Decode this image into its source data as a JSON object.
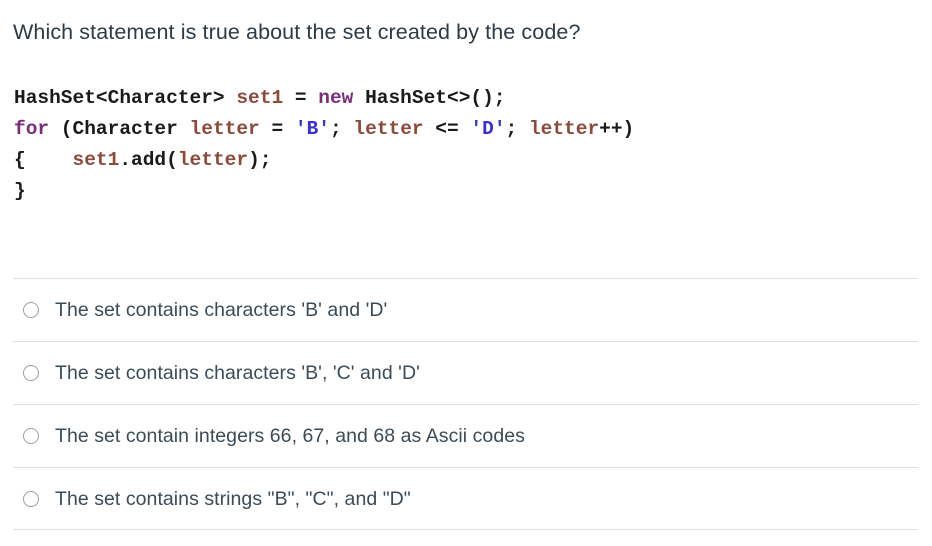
{
  "question": {
    "stem": "Which statement is true about the set created by the code?",
    "code_lines": [
      [
        {
          "text": "HashSet<Character>",
          "type": "plain"
        },
        {
          "text": " ",
          "type": "plain"
        },
        {
          "text": "set1",
          "type": "var"
        },
        {
          "text": " = ",
          "type": "plain"
        },
        {
          "text": "new",
          "type": "keyword"
        },
        {
          "text": " HashSet<>();",
          "type": "plain"
        }
      ],
      [
        {
          "text": "for",
          "type": "keyword"
        },
        {
          "text": " (Character ",
          "type": "plain"
        },
        {
          "text": "letter",
          "type": "var"
        },
        {
          "text": " = ",
          "type": "plain"
        },
        {
          "text": "'B'",
          "type": "string"
        },
        {
          "text": "; ",
          "type": "plain"
        },
        {
          "text": "letter",
          "type": "var"
        },
        {
          "text": " <= ",
          "type": "plain"
        },
        {
          "text": "'D'",
          "type": "string"
        },
        {
          "text": "; ",
          "type": "plain"
        },
        {
          "text": "letter",
          "type": "var"
        },
        {
          "text": "++)",
          "type": "plain"
        }
      ],
      [
        {
          "text": "{    ",
          "type": "plain"
        },
        {
          "text": "set1",
          "type": "var"
        },
        {
          "text": ".add(",
          "type": "plain"
        },
        {
          "text": "letter",
          "type": "var"
        },
        {
          "text": ");",
          "type": "plain"
        }
      ],
      [
        {
          "text": "}",
          "type": "plain"
        }
      ]
    ]
  },
  "answers": [
    {
      "label": "The set contains characters 'B' and 'D'",
      "selected": false,
      "icon": "radio-unchecked-icon"
    },
    {
      "label": "The set contains characters 'B', 'C' and 'D'",
      "selected": false,
      "icon": "radio-unchecked-icon"
    },
    {
      "label": "The set contain integers 66, 67, and 68 as Ascii codes",
      "selected": false,
      "icon": "radio-unchecked-icon"
    },
    {
      "label": "The set contains strings \"B\", \"C\", and \"D\"",
      "selected": false,
      "icon": "radio-unchecked-icon"
    }
  ],
  "colors": {
    "text": "#2d3b45",
    "answer_text": "#3b4b57",
    "divider": "#dcdfe3",
    "radio_border": "#9a9fa5",
    "code_keyword": "#7b2d7b",
    "code_variable": "#8b4a3a",
    "code_string": "#3a2fd6",
    "code_plain": "#1a1a1a"
  }
}
